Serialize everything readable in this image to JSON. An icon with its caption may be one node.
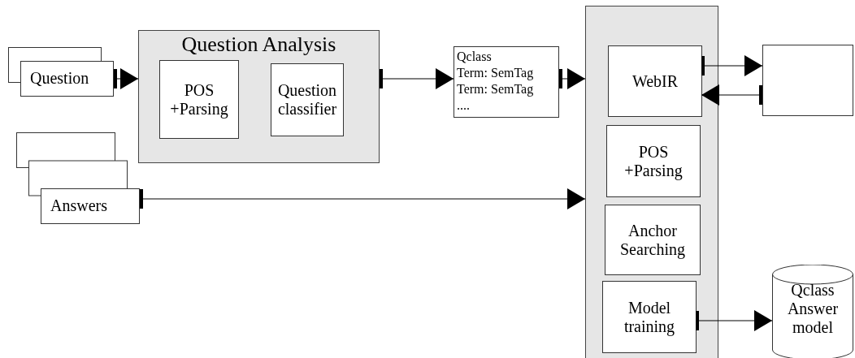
{
  "diagram": {
    "nodes": [
      {
        "text": [
          "Question"
        ]
      },
      {
        "text": [
          "Question Analysis"
        ]
      },
      {
        "text": [
          "POS +Parsing"
        ],
        "in": 1
      },
      {
        "text": [
          "Question classifier"
        ],
        "in": 1
      },
      {
        "text": [
          "Qclass",
          "Term: SemTag",
          "Term: SemTag",
          "...."
        ]
      },
      {
        "text": [
          "Answers"
        ]
      },
      {
        "text": [],
        "shape": "box"
      },
      {
        "text": [
          "WebIR"
        ],
        "in": 6
      },
      {
        "text": [
          "POS +Parsing"
        ],
        "in": 6
      },
      {
        "text": [
          "Anchor Searching"
        ],
        "in": 6
      },
      {
        "text": [
          "Model training"
        ],
        "in": 6
      },
      {
        "text": [],
        "shape": "box"
      },
      {
        "text": [
          "Qclass Answer model"
        ]
      }
    ],
    "edges": [
      {
        "from": 0,
        "to": 1,
        "arrow": "to"
      },
      {
        "from": 1,
        "to": 4,
        "arrow": "to"
      },
      {
        "from": 4,
        "to": 6,
        "arrow": "to"
      },
      {
        "from": 7,
        "to": 11,
        "arrow": "to"
      },
      {
        "from": 11,
        "to": 7,
        "arrow": "to"
      },
      {
        "from": 5,
        "to": 6,
        "arrow": "to"
      },
      {
        "from": 10,
        "to": 12,
        "arrow": "to"
      }
    ]
  }
}
